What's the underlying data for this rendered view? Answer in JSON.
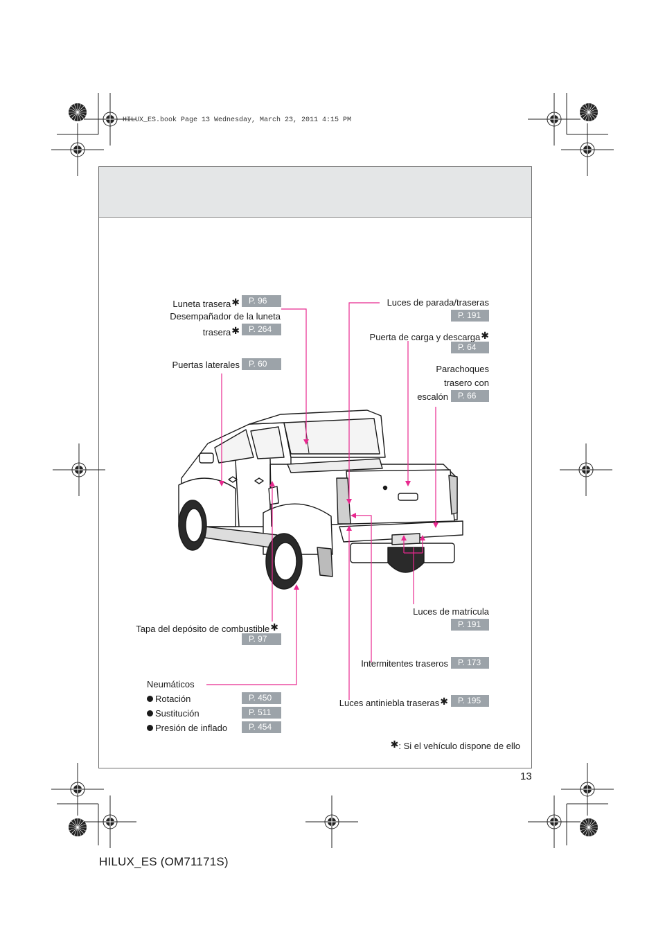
{
  "header": {
    "book_line": "HILUX_ES.book  Page 13  Wednesday, March 23, 2011  4:15 PM"
  },
  "left_labels": {
    "luneta": {
      "text": "Luneta trasera",
      "page": "P. 96"
    },
    "desempanador": {
      "line1": "Desempañador de la luneta",
      "line2": "trasera",
      "page": "P. 264"
    },
    "puertas": {
      "text": "Puertas laterales",
      "page": "P. 60"
    },
    "tapa": {
      "text": "Tapa del depósito de combustible",
      "page": "P. 97"
    },
    "neumaticos": {
      "title": "Neumáticos",
      "items": [
        {
          "text": "Rotación",
          "page": "P. 450"
        },
        {
          "text": "Sustitución",
          "page": "P. 511"
        },
        {
          "text": "Presión de inflado",
          "page": "P. 454"
        }
      ]
    }
  },
  "right_labels": {
    "luces_parada": {
      "text": "Luces de parada/traseras",
      "page": "P. 191"
    },
    "puerta_carga": {
      "text": "Puerta de carga y descarga",
      "page": "P. 64"
    },
    "parachoques": {
      "line1": "Parachoques",
      "line2": "trasero con",
      "line3": "escalón",
      "page": "P. 66"
    },
    "luces_matricula": {
      "text": "Luces de matrícula",
      "page": "P. 191"
    },
    "intermitentes": {
      "text": "Intermitentes traseros",
      "page": "P. 173"
    },
    "antiniebla": {
      "text": "Luces antiniebla traseras",
      "page": "P. 195"
    }
  },
  "star_symbol": "✱",
  "note": ": Si el vehículo dispone de ello",
  "page_number": "13",
  "footer": "HILUX_ES (OM71171S)",
  "colors": {
    "callout": "#e8298f",
    "badge": "#9ca3a9",
    "band": "#e4e6e7"
  }
}
